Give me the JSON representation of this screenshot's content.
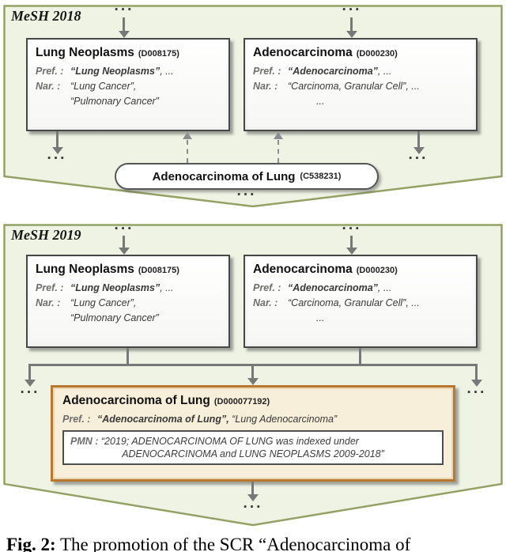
{
  "glyphs": {
    "ellipsis": "···"
  },
  "colors": {
    "panel_bg": "#eff3e3",
    "panel_border": "#93a264",
    "arrow_gray": "#787878",
    "box_border": "#474747",
    "descriptor_accent": "#b97730"
  },
  "panel_2018": {
    "title": "MeSH 2018"
  },
  "panel_2019": {
    "title": "MeSH 2019"
  },
  "lung_box": {
    "title": "Lung Neoplasms",
    "id": "(D008175)",
    "pref_label": "Pref. :",
    "pref_value_bold": "“Lung Neoplasms”",
    "pref_value_rest": ", ...",
    "nar_label": "Nar. :",
    "nar_line1": "“Lung Cancer”,",
    "nar_line2": "“Pulmonary Cancer”"
  },
  "adeno_box": {
    "title": "Adenocarcinoma",
    "id": "(D000230)",
    "pref_label": "Pref. :",
    "pref_value_bold": "“Adenocarcinoma”",
    "pref_value_rest": ", ...",
    "nar_label": "Nar. :",
    "nar_line1": "“Carcinoma, Granular Cell”, ...",
    "nar_line2": "..."
  },
  "scr_node_2018": {
    "name": "Adenocarcinoma of Lung",
    "id": "(C538231)"
  },
  "descriptor_2019": {
    "title": "Adenocarcinoma of Lung",
    "id": "(D000077192)",
    "pref_label": "Pref. :",
    "pref_value_bold": "“Adenocarcinoma of Lung”,",
    "pref_value_rest": " “Lung Adenocarcinoma”",
    "pmn_label": "PMN :",
    "pmn_line1": " “2019; ADENOCARCINOMA OF LUNG was indexed under",
    "pmn_line2": "ADENOCARCINOMA and LUNG NEOPLASMS 2009-2018”"
  },
  "caption": {
    "fig_label": "Fig. 2:",
    "text": " The promotion of the SCR “Adenocarcinoma of"
  }
}
